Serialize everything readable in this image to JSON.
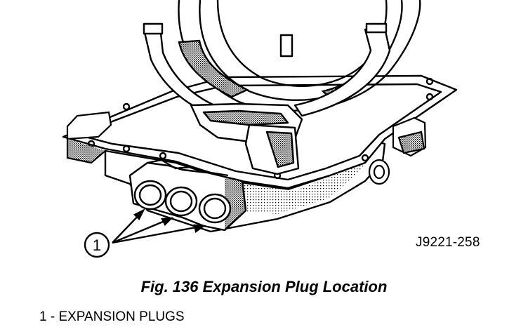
{
  "figure": {
    "reference_code": "J9221-258",
    "callout_number": "1",
    "caption": "Fig. 136 Expansion Plug Location",
    "legend": "1 - EXPANSION PLUGS"
  },
  "colors": {
    "line": "#000000",
    "background": "#ffffff",
    "shading": "#9a9a9a"
  }
}
